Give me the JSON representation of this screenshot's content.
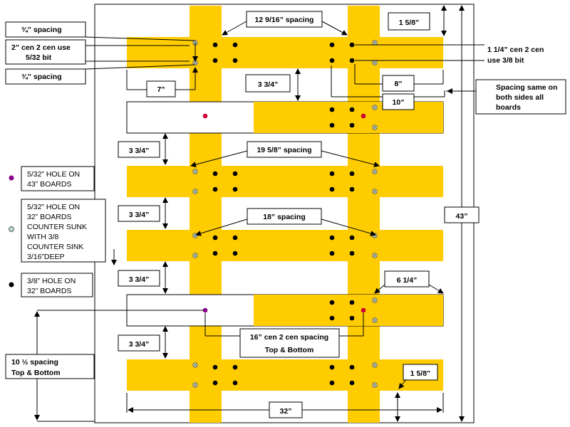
{
  "colors": {
    "board": "#FFCC00",
    "rail": "#FFCC00",
    "hole_black": "#000000",
    "hole_purple": "#8B008B",
    "hole_red": "#CC0033",
    "hole_countersunk": "#7A9A8A"
  },
  "labels": {
    "top_spacing": "12 9/16” spacing",
    "top_right_dim": "1 5/8”",
    "three_quarter_top": "¾” spacing",
    "two_cen_line1": "2” cen 2 cen use",
    "two_cen_line2": "5/32 bit",
    "three_quarter_bottom": "¾” spacing",
    "one_quarter_line1": "1 1/4” cen 2 cen",
    "one_quarter_line2": "use 3/8 bit",
    "seven": "7”",
    "three_34_a": "3 3/4”",
    "eight": "8”",
    "ten": "10”",
    "same_line1": "Spacing same on",
    "same_line2": "both sides all",
    "same_line3": "boards",
    "three_34_b": "3 3/4”",
    "nineteen": "19 5/8” spacing",
    "legend1_line1": "5/32” HOLE ON",
    "legend1_line2": "43” BOARDS",
    "three_34_c": "3 3/4”",
    "eighteen": "18” spacing",
    "legend2_line1": "5/32” HOLE ON",
    "legend2_line2": "32” BOARDS",
    "legend2_line3": "COUNTER SUNK",
    "legend2_line4": "WITH 3/8",
    "legend2_line5": "COUNTER SINK",
    "legend2_line6": "3/16”DEEP",
    "forty_three": "43”",
    "three_34_d": "3 3/4”",
    "six_quarter": "6 1/4”",
    "legend3_line1": "3/8” HOLE ON",
    "legend3_line2": "32” BOARDS",
    "sixteen_line1": "16” cen 2 cen spacing",
    "sixteen_line2": "Top & Bottom",
    "three_34_e": "3 3/4”",
    "ten_half_line1": "10 ½ spacing",
    "ten_half_line2": "Top & Bottom",
    "one_58_b": "1 5/8”",
    "thirty_two": "32”"
  }
}
